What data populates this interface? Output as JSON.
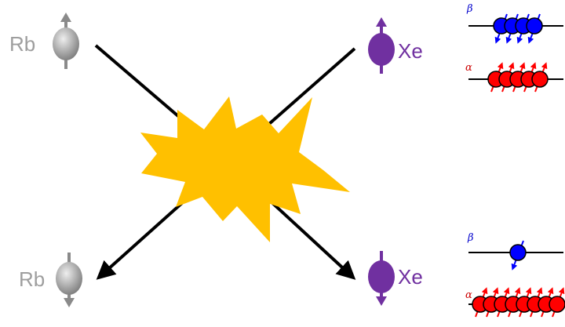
{
  "labels": {
    "rb_before": "Rb",
    "xe_before": "Xe",
    "rb_after": "Rb",
    "xe_after": "Xe"
  },
  "levels": {
    "top": {
      "beta": "β",
      "alpha": "α",
      "beta_count": 4,
      "alpha_count": 5
    },
    "bottom": {
      "beta": "β",
      "alpha": "α",
      "beta_count": 1,
      "alpha_count": 8
    }
  },
  "colors": {
    "rb": "#9e9e9e",
    "xe": "#7030a0",
    "beta_spin": "#0000ff",
    "alpha_spin": "#ff0000",
    "collision": "#ffc000",
    "beta_label": "#0000cc",
    "alpha_label": "#cc0000"
  }
}
